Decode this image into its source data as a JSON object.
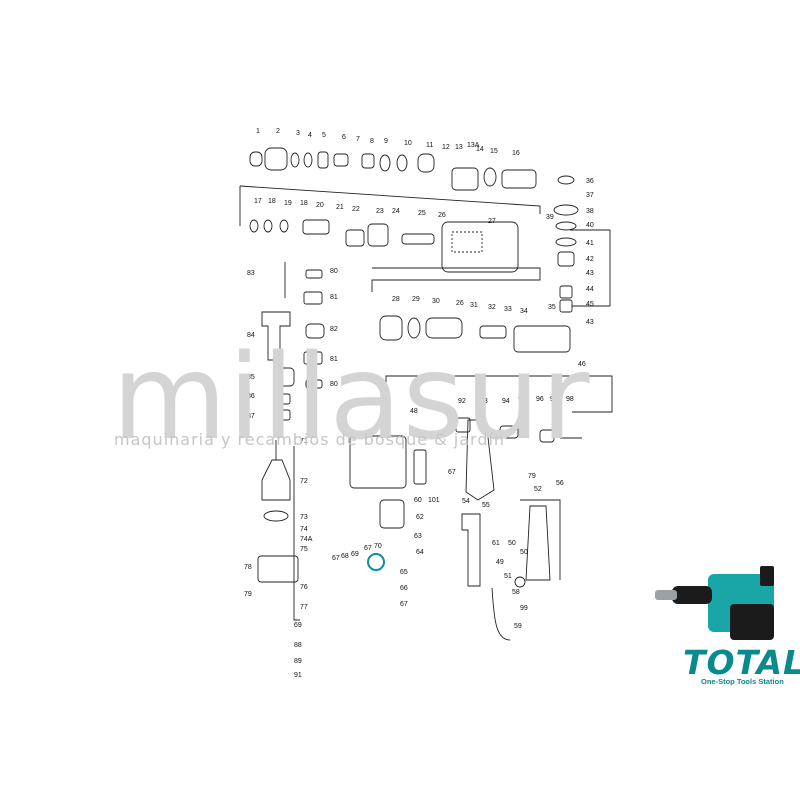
{
  "watermark": {
    "brand": "millasur",
    "tagline": "maquinaria y recambios de bosque & jardín"
  },
  "logo": {
    "name": "TOTAL",
    "slogan": "One-Stop Tools Station",
    "color": "#0b8a8e"
  },
  "product_photo": {
    "icon": "demolition-hammer-icon",
    "body_color": "#1aa6a6",
    "handle_color": "#1b1b1b"
  },
  "callouts": [
    {
      "n": "1"
    },
    {
      "n": "2"
    },
    {
      "n": "3"
    },
    {
      "n": "4"
    },
    {
      "n": "5"
    },
    {
      "n": "6"
    },
    {
      "n": "7"
    },
    {
      "n": "8"
    },
    {
      "n": "9"
    },
    {
      "n": "10"
    },
    {
      "n": "11"
    },
    {
      "n": "12"
    },
    {
      "n": "13"
    },
    {
      "n": "13A"
    },
    {
      "n": "14"
    },
    {
      "n": "15"
    },
    {
      "n": "16"
    },
    {
      "n": "17"
    },
    {
      "n": "18"
    },
    {
      "n": "19"
    },
    {
      "n": "18"
    },
    {
      "n": "20"
    },
    {
      "n": "21"
    },
    {
      "n": "22"
    },
    {
      "n": "23"
    },
    {
      "n": "24"
    },
    {
      "n": "25"
    },
    {
      "n": "26"
    },
    {
      "n": "27"
    },
    {
      "n": "36"
    },
    {
      "n": "37"
    },
    {
      "n": "38"
    },
    {
      "n": "39"
    },
    {
      "n": "40"
    },
    {
      "n": "41"
    },
    {
      "n": "42"
    },
    {
      "n": "43"
    },
    {
      "n": "44"
    },
    {
      "n": "45"
    },
    {
      "n": "43"
    },
    {
      "n": "83"
    },
    {
      "n": "80"
    },
    {
      "n": "81"
    },
    {
      "n": "84"
    },
    {
      "n": "82"
    },
    {
      "n": "81"
    },
    {
      "n": "85"
    },
    {
      "n": "80"
    },
    {
      "n": "86"
    },
    {
      "n": "87"
    },
    {
      "n": "28"
    },
    {
      "n": "29"
    },
    {
      "n": "30"
    },
    {
      "n": "26"
    },
    {
      "n": "31"
    },
    {
      "n": "32"
    },
    {
      "n": "33"
    },
    {
      "n": "34"
    },
    {
      "n": "35"
    },
    {
      "n": "46"
    },
    {
      "n": "47"
    },
    {
      "n": "48"
    },
    {
      "n": "102"
    },
    {
      "n": "92"
    },
    {
      "n": "93"
    },
    {
      "n": "94"
    },
    {
      "n": "95"
    },
    {
      "n": "96"
    },
    {
      "n": "97"
    },
    {
      "n": "98"
    },
    {
      "n": "61"
    },
    {
      "n": "67"
    },
    {
      "n": "54"
    },
    {
      "n": "60"
    },
    {
      "n": "101"
    },
    {
      "n": "79"
    },
    {
      "n": "71"
    },
    {
      "n": "72"
    },
    {
      "n": "73"
    },
    {
      "n": "74"
    },
    {
      "n": "74A"
    },
    {
      "n": "75"
    },
    {
      "n": "62"
    },
    {
      "n": "63"
    },
    {
      "n": "55"
    },
    {
      "n": "52"
    },
    {
      "n": "56"
    },
    {
      "n": "67"
    },
    {
      "n": "68"
    },
    {
      "n": "69"
    },
    {
      "n": "67"
    },
    {
      "n": "70"
    },
    {
      "n": "64"
    },
    {
      "n": "65"
    },
    {
      "n": "66"
    },
    {
      "n": "67"
    },
    {
      "n": "61"
    },
    {
      "n": "50"
    },
    {
      "n": "50"
    },
    {
      "n": "49"
    },
    {
      "n": "51"
    },
    {
      "n": "58"
    },
    {
      "n": "99"
    },
    {
      "n": "59"
    },
    {
      "n": "78"
    },
    {
      "n": "76"
    },
    {
      "n": "79"
    },
    {
      "n": "77"
    },
    {
      "n": "69"
    },
    {
      "n": "88"
    },
    {
      "n": "89"
    },
    {
      "n": "91"
    }
  ]
}
